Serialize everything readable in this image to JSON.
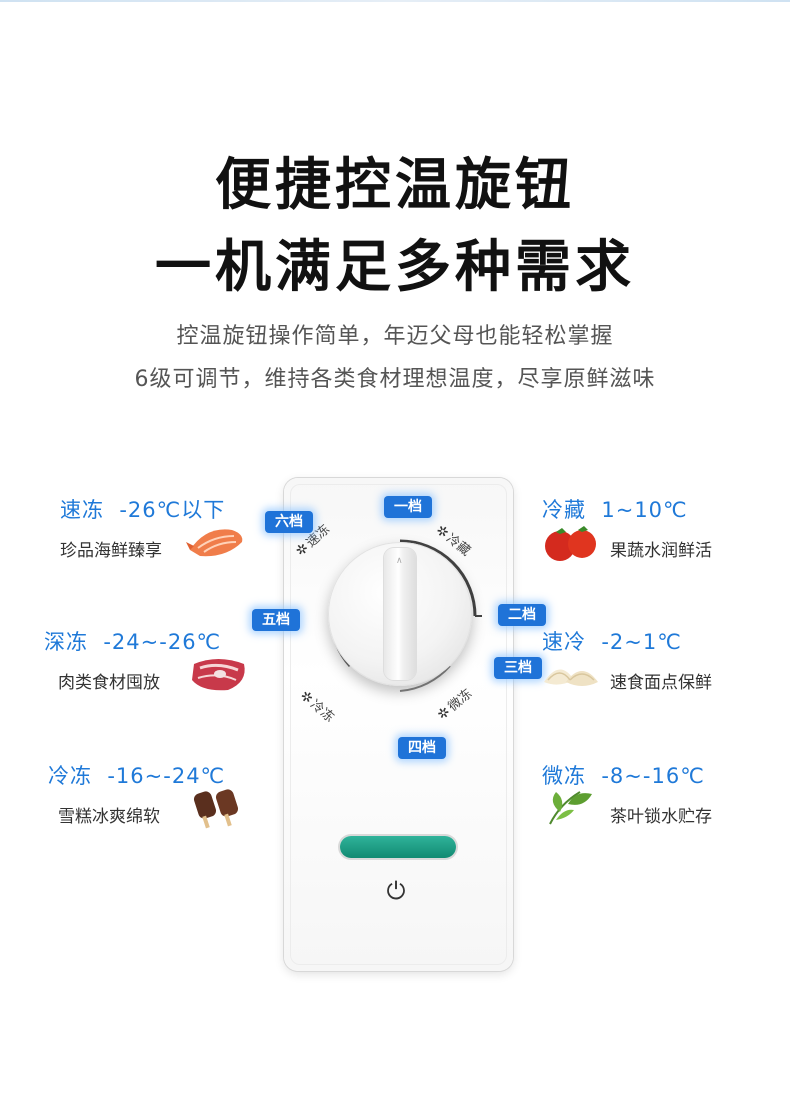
{
  "headline": {
    "line1": "便捷控温旋钮",
    "line2": "一机满足多种需求"
  },
  "subline": {
    "line1": "控温旋钮操作简单，年迈父母也能轻松掌握",
    "line2": "6级可调节，维持各类食材理想温度，尽享原鲜滋味"
  },
  "panel": {
    "dial_labels": {
      "sudong": "速冻",
      "lengcang": "冷藏",
      "lengdong": "冷冻",
      "weidong": "微冻"
    },
    "knob_arrow": "∧",
    "power_icon": "⏻",
    "indicator_color": "#1a9e84"
  },
  "gears": {
    "g1": "一档",
    "g2": "二档",
    "g3": "三档",
    "g4": "四档",
    "g5": "五档",
    "g6": "六档"
  },
  "features_left": [
    {
      "mode": "速冻",
      "range": "-26℃以下",
      "desc": "珍品海鲜臻享",
      "icon": "salmon-icon"
    },
    {
      "mode": "深冻",
      "range": "-24~-26℃",
      "desc": "肉类食材囤放",
      "icon": "meat-icon"
    },
    {
      "mode": "冷冻",
      "range": "-16~-24℃",
      "desc": "雪糕冰爽绵软",
      "icon": "ice-cream-icon"
    }
  ],
  "features_right": [
    {
      "mode": "冷藏",
      "range": "1~10℃",
      "desc": "果蔬水润鲜活",
      "icon": "tomato-icon"
    },
    {
      "mode": "速冷",
      "range": "-2~1℃",
      "desc": "速食面点保鲜",
      "icon": "dumpling-icon"
    },
    {
      "mode": "微冻",
      "range": "-8~-16℃",
      "desc": "茶叶锁水贮存",
      "icon": "tea-leaf-icon"
    }
  ],
  "colors": {
    "accent_blue": "#1f79d8",
    "badge_blue": "#1f73d8",
    "title_text": "#111111"
  }
}
